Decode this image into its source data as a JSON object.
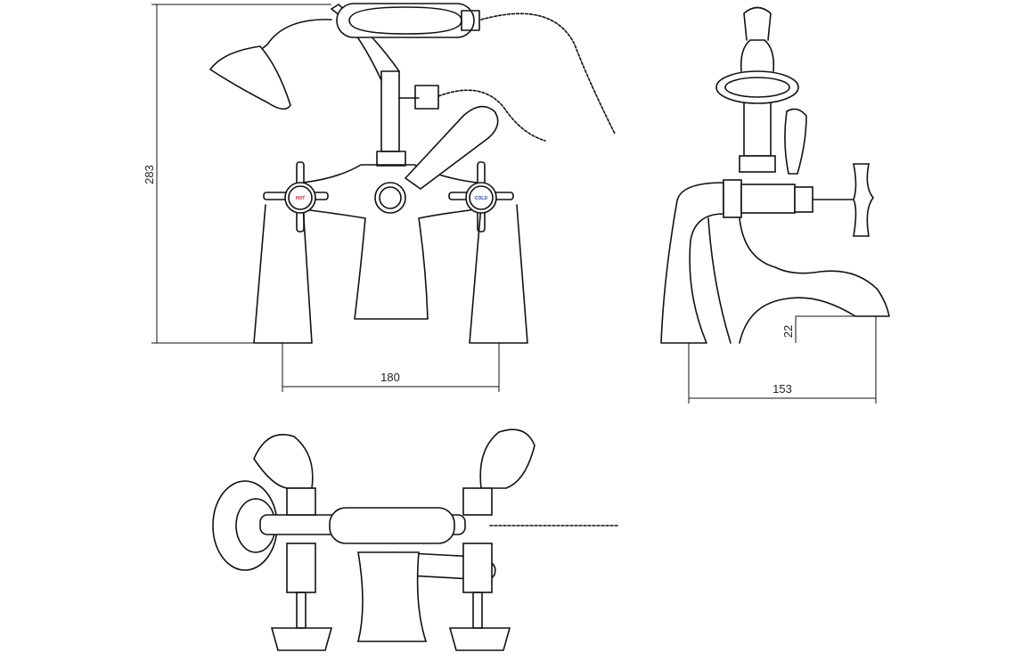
{
  "drawing": {
    "dimensions": {
      "overall_height": "283",
      "handle_spacing": "180",
      "spout_height": "22",
      "depth": "153"
    },
    "handle_labels": {
      "hot": "HOT",
      "cold": "COLD"
    },
    "colors": {
      "line": "#111111",
      "hot_text": "#d0202a",
      "cold_text": "#2040c0"
    }
  }
}
